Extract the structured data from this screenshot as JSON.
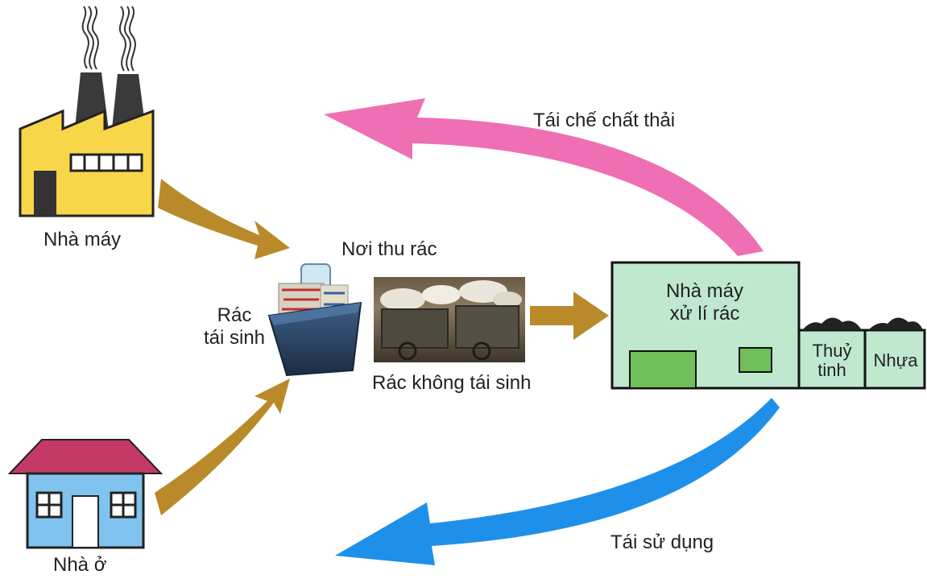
{
  "nodes": {
    "factory": {
      "label": "Nhà máy",
      "icon": "factory-icon"
    },
    "house": {
      "label": "Nhà ở",
      "icon": "house-icon"
    },
    "collection_point": {
      "label": "Nơi thu rác"
    },
    "recyclable_waste": {
      "label_line1": "Rác",
      "label_line2": "tái sinh",
      "icon": "recycle-bin-icon"
    },
    "non_recyclable_waste": {
      "label": "Rác không tái sinh",
      "icon": "waste-cart-photo"
    },
    "treatment_plant": {
      "label_line1": "Nhà máy",
      "label_line2": "xử lí rác",
      "icon": "treatment-plant-icon"
    },
    "glass": {
      "label_line1": "Thuỷ",
      "label_line2": "tinh"
    },
    "plastic": {
      "label": "Nhựa"
    }
  },
  "flows": {
    "recycle": {
      "label": "Tái chế chất thải",
      "color": "#ee6fb4"
    },
    "reuse": {
      "label": "Tái sử dụng",
      "color": "#1e90ea"
    },
    "input_color": "#b98a2a"
  },
  "colors": {
    "factory_body": "#f7d64a",
    "chimney": "#3a3a3a",
    "house_wall": "#7fc3ee",
    "house_roof": "#c43a66",
    "plant_body": "#bfe8cf",
    "plant_window": "#6fbf5a",
    "bin": "#2f4a6a"
  }
}
